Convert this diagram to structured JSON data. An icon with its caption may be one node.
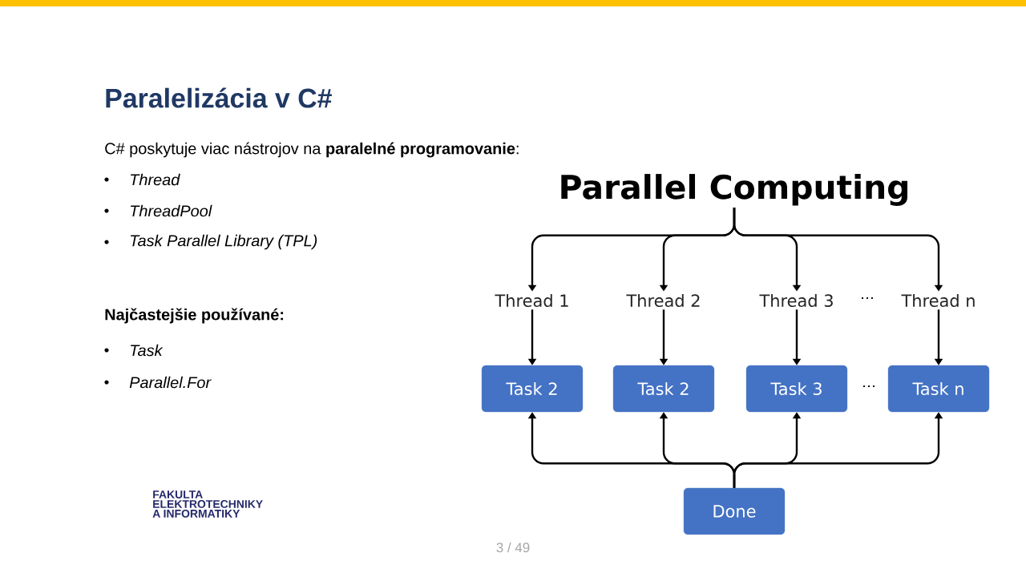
{
  "diagram": {
    "title": "Paralelizácia v C#",
    "nodes": [
      {
        "text": [
          "Parallel Computing"
        ]
      },
      {
        "text": [
          "Thread 1"
        ]
      },
      {
        "text": [
          "Thread 2"
        ]
      },
      {
        "text": [
          "Thread 3"
        ]
      },
      {
        "text": [
          "Thread n"
        ]
      },
      {
        "text": [
          "Task 2"
        ]
      },
      {
        "text": [
          "Task 2"
        ]
      },
      {
        "text": [
          "Task 3"
        ]
      },
      {
        "text": [
          "Task n"
        ]
      },
      {
        "text": [
          "Done"
        ]
      }
    ],
    "edges": [
      {
        "from": 0,
        "to": 1,
        "arrow": "to"
      },
      {
        "from": 0,
        "to": 2,
        "arrow": "to"
      },
      {
        "from": 0,
        "to": 3,
        "arrow": "to"
      },
      {
        "from": 0,
        "to": 4,
        "arrow": "to"
      },
      {
        "from": 1,
        "to": 5,
        "arrow": "to"
      },
      {
        "from": 2,
        "to": 6,
        "arrow": "to"
      },
      {
        "from": 3,
        "to": 7,
        "arrow": "to"
      },
      {
        "from": 4,
        "to": 8,
        "arrow": "to"
      },
      {
        "from": 9,
        "to": 5,
        "arrow": "to"
      },
      {
        "from": 9,
        "to": 6,
        "arrow": "to"
      },
      {
        "from": 9,
        "to": 7,
        "arrow": "to"
      },
      {
        "from": 9,
        "to": 8,
        "arrow": "to"
      }
    ],
    "labels": [
      "C# poskytuje viac nástrojov na **paralelné programovanie**:",
      "Thread",
      "ThreadPool",
      "Task Parallel Library (TPL)",
      "Najčastejšie používané:",
      "Task",
      "Parallel.For",
      "…",
      "…",
      "FAKULTA ELEKTROTECHNIKY A INFORMATIKY",
      "3 / 49"
    ]
  }
}
